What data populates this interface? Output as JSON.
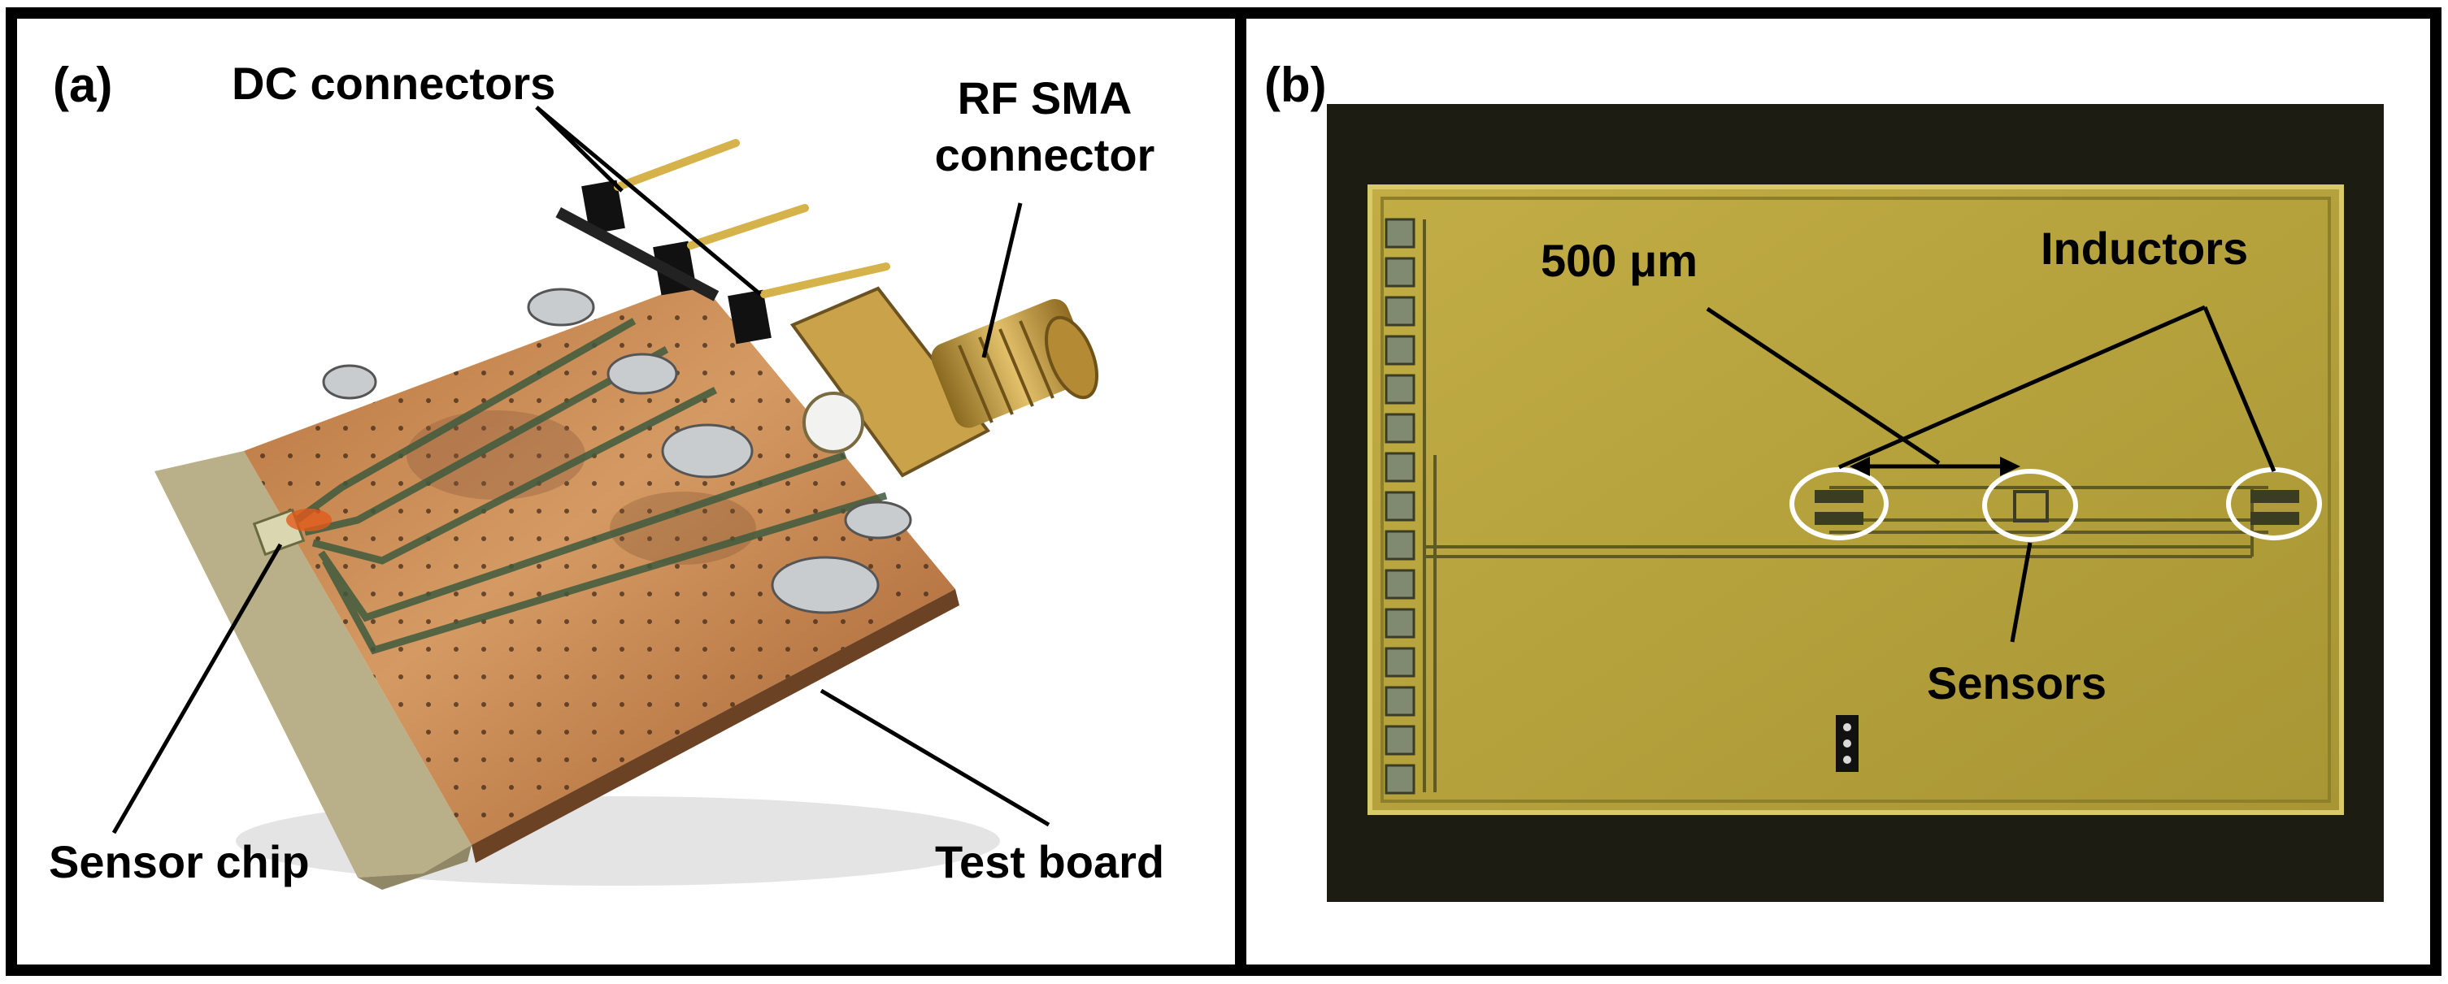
{
  "figure": {
    "panel_a": {
      "panel_label": "(a)",
      "labels": {
        "dc_connectors": "DC connectors",
        "rf_sma_line1": "RF SMA",
        "rf_sma_line2": "connector",
        "sensor_chip": "Sensor chip",
        "test_board": "Test board"
      }
    },
    "panel_b": {
      "panel_label": "(b)",
      "labels": {
        "scale": "500 μm",
        "inductors": "Inductors",
        "sensors": "Sensors"
      }
    }
  },
  "colors": {
    "frame": "#000000",
    "copper": "#c98a52",
    "gold": "#c89a3a",
    "chip_bg": "#b7a23a",
    "dark_bg": "#1a1a10",
    "circle": "#ffffff"
  }
}
